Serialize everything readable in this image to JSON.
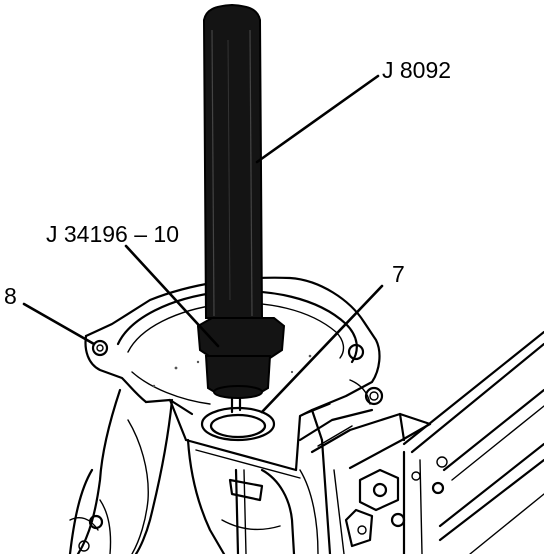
{
  "figure": {
    "callouts": [
      {
        "id": "tool-j8092",
        "label": "J 8092"
      },
      {
        "id": "tool-j34196-10",
        "label": "J 34196 – 10"
      },
      {
        "id": "part-7",
        "label": "7"
      },
      {
        "id": "part-8",
        "label": "8"
      }
    ]
  }
}
